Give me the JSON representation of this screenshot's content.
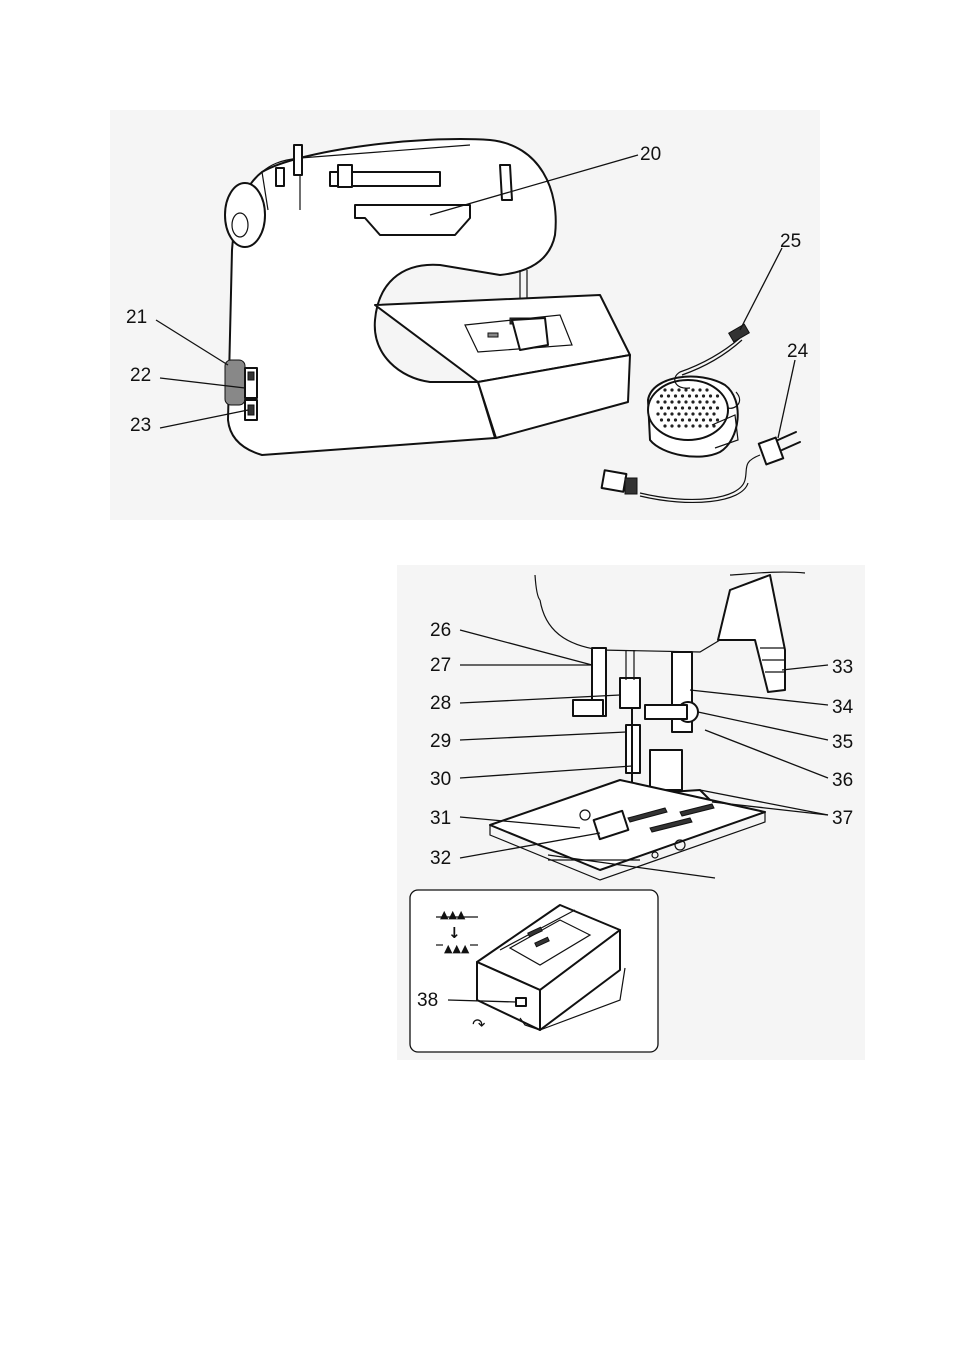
{
  "top_view": {
    "callouts": {
      "c20": "20",
      "c21": "21",
      "c22": "22",
      "c23": "23",
      "c24": "24",
      "c25": "25"
    }
  },
  "needle_area_view": {
    "callouts": {
      "c26": "26",
      "c27": "27",
      "c28": "28",
      "c29": "29",
      "c30": "30",
      "c31": "31",
      "c32": "32",
      "c33": "33",
      "c34": "34",
      "c35": "35",
      "c36": "36",
      "c37": "37"
    }
  },
  "inset": {
    "callout": "38",
    "feed_dog_raised_symbol": "▲▲▲",
    "feed_dog_lowered_symbol": "▲▲▲",
    "arrow_symbol": "↓",
    "lever_arrow_symbol": "↷"
  }
}
